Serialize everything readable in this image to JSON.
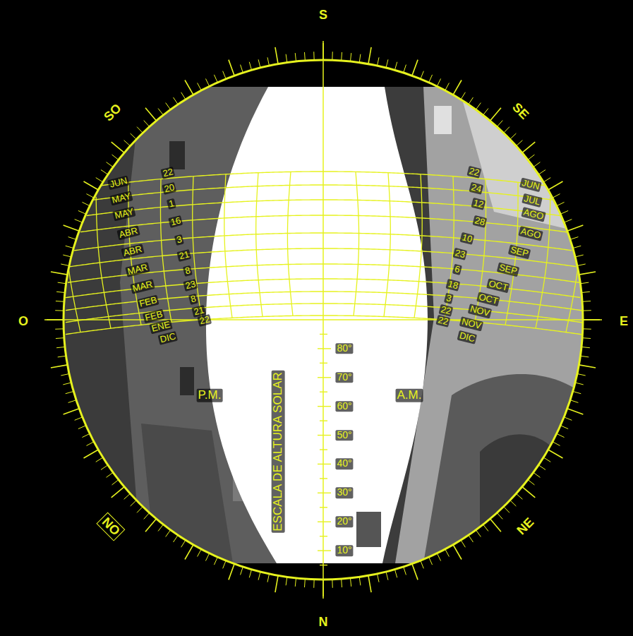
{
  "diagram": {
    "nodes": [
      {
        "text": [
          "NO"
        ]
      }
    ],
    "labels": [
      "S",
      "SO",
      "SE",
      "O",
      "E",
      "NE",
      "N",
      "JUN",
      "22",
      "MAY",
      "20",
      "MAY",
      "1",
      "ABR",
      "16",
      "ABR",
      "3",
      "MAR",
      "21",
      "MAR",
      "8",
      "FEB",
      "23",
      "FEB",
      "8",
      "ENE",
      "21",
      "DIC",
      "22",
      "22",
      "JUN",
      "24",
      "JUL",
      "12",
      "AGO",
      "28",
      "AGO",
      "10",
      "SEP",
      "23",
      "SEP",
      "6",
      "OCT",
      "18",
      "OCT",
      "3",
      "NOV",
      "22",
      "NOV",
      "22",
      "DIC",
      "P.M.",
      "A.M.",
      "ESCALA DE ALTURA SOLAR",
      "80°",
      "70°",
      "60°",
      "50°",
      "40°",
      "30°",
      "20°",
      "10°"
    ]
  }
}
